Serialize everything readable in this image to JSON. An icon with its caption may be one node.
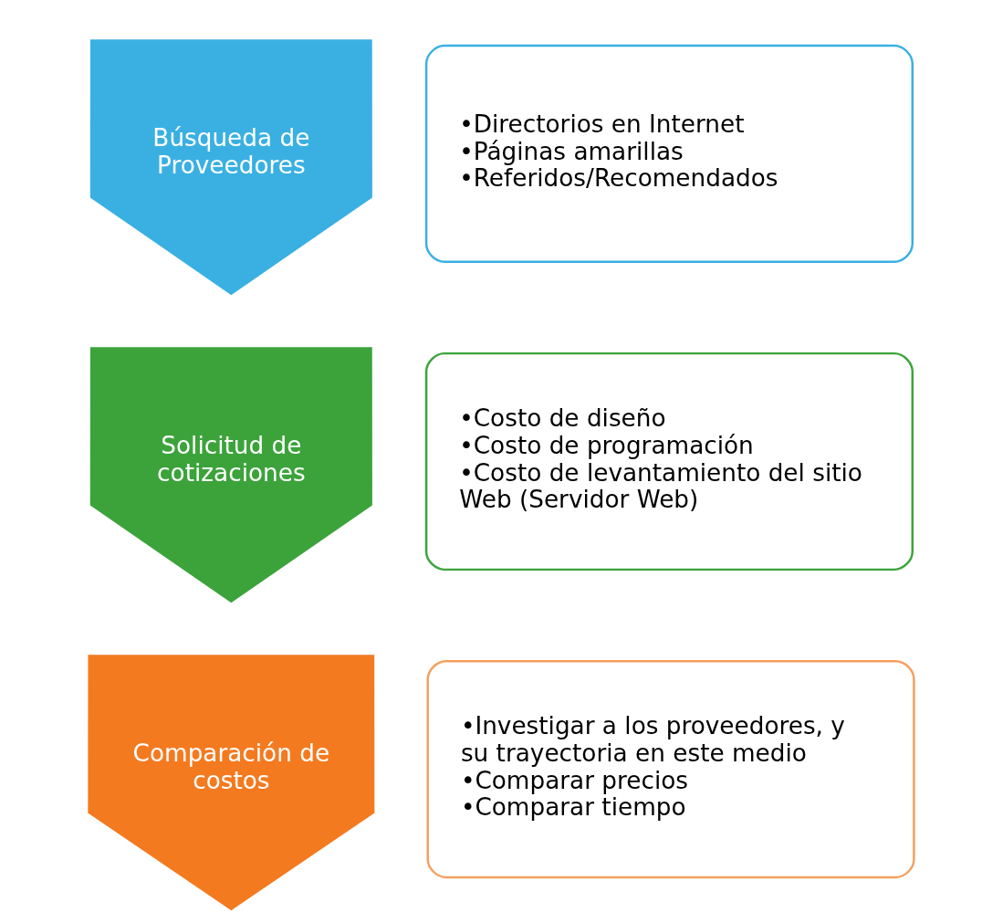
{
  "diagram": {
    "nodes": [
      {
        "text": [
          "Búsqueda de Proveedores"
        ]
      },
      {
        "text": [
          "•Directorios en Internet",
          "•Páginas amarillas",
          "•Referidos/Recomendados"
        ]
      },
      {
        "text": [
          "Solicitud de cotizaciones"
        ]
      },
      {
        "text": [
          "•Costo de diseño",
          "•Costo de programación",
          "•Costo de levantamiento del sitio Web (Servidor Web)"
        ]
      },
      {
        "text": [
          "Comparación de costos"
        ]
      },
      {
        "text": [
          "•Investigar a los proveedores, y su trayectoria en este medio",
          "•Comparar precios",
          "•Comparar tiempo"
        ]
      }
    ],
    "edges": []
  }
}
